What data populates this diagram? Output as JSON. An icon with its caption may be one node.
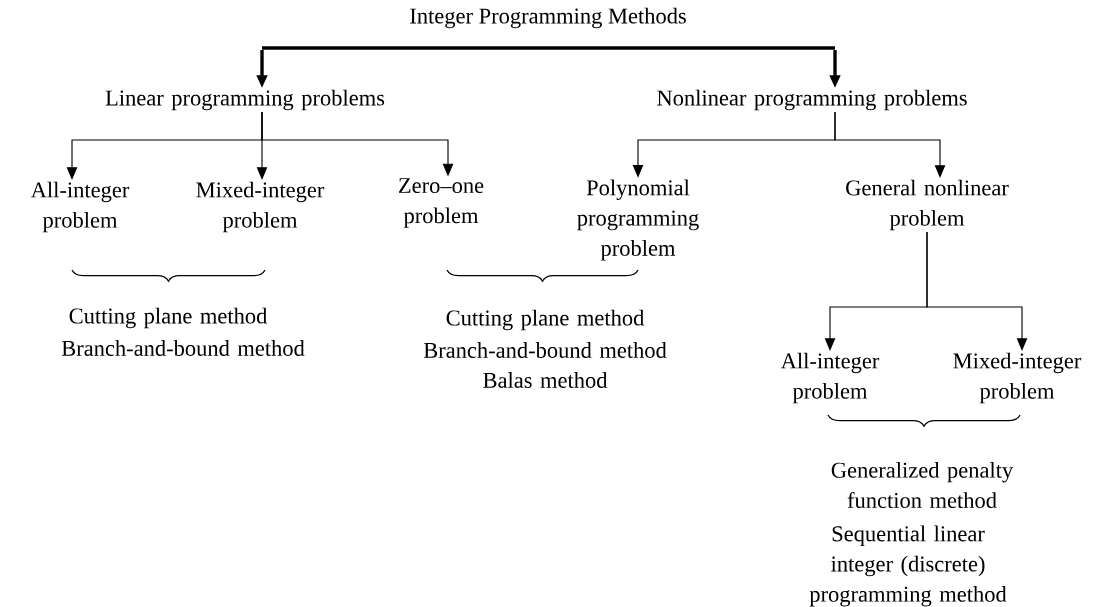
{
  "diagram": {
    "title": "Integer Programming Methods",
    "nodes": [
      {
        "text": [],
        "shape": "bar"
      },
      {
        "text": [
          "Linear programming problems"
        ]
      },
      {
        "text": [
          "Nonlinear programming problems"
        ]
      },
      {
        "text": [
          "All-integer problem"
        ]
      },
      {
        "text": [
          "Mixed-integer problem"
        ]
      },
      {
        "text": [
          "Zero–one problem"
        ]
      },
      {
        "text": [
          "Polynomial programming problem"
        ]
      },
      {
        "text": [
          "General nonlinear problem"
        ]
      },
      {
        "text": [
          "All-integer problem"
        ]
      },
      {
        "text": [
          "Mixed-integer problem"
        ]
      }
    ],
    "edges": [
      {
        "from": 0,
        "to": 1,
        "arrow": "to",
        "style": "thick"
      },
      {
        "from": 0,
        "to": 2,
        "arrow": "to",
        "style": "thick"
      },
      {
        "from": 1,
        "to": 3,
        "arrow": "to"
      },
      {
        "from": 1,
        "to": 4,
        "arrow": "to"
      },
      {
        "from": 1,
        "to": 5,
        "arrow": "to"
      },
      {
        "from": 2,
        "to": 6,
        "arrow": "to"
      },
      {
        "from": 2,
        "to": 7,
        "arrow": "to"
      },
      {
        "from": 7,
        "to": 8,
        "arrow": "to"
      },
      {
        "from": 7,
        "to": 9,
        "arrow": "to"
      }
    ],
    "labels": [
      "Cutting plane method",
      "Branch-and-bound method",
      "Cutting plane method",
      "Branch-and-bound method",
      "Balas method",
      "Generalized penalty function method",
      "Sequential linear integer (discrete) programming method"
    ]
  }
}
